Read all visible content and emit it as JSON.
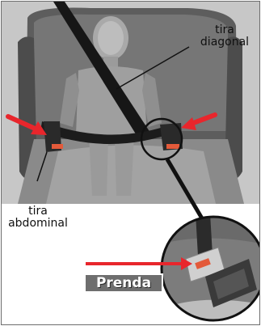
{
  "labels": {
    "diagonal_line1": "tira",
    "diagonal_line2": "diagonal",
    "abdominal_line1": "tira",
    "abdominal_line2": "abdominal",
    "prenda": "Prenda"
  },
  "colors": {
    "arrow_red": "#e8262c",
    "belt_black": "#161616",
    "buckle_red": "#e35a3a"
  },
  "icons": [
    "red-arrow-icon",
    "magnifier-circle-icon"
  ]
}
